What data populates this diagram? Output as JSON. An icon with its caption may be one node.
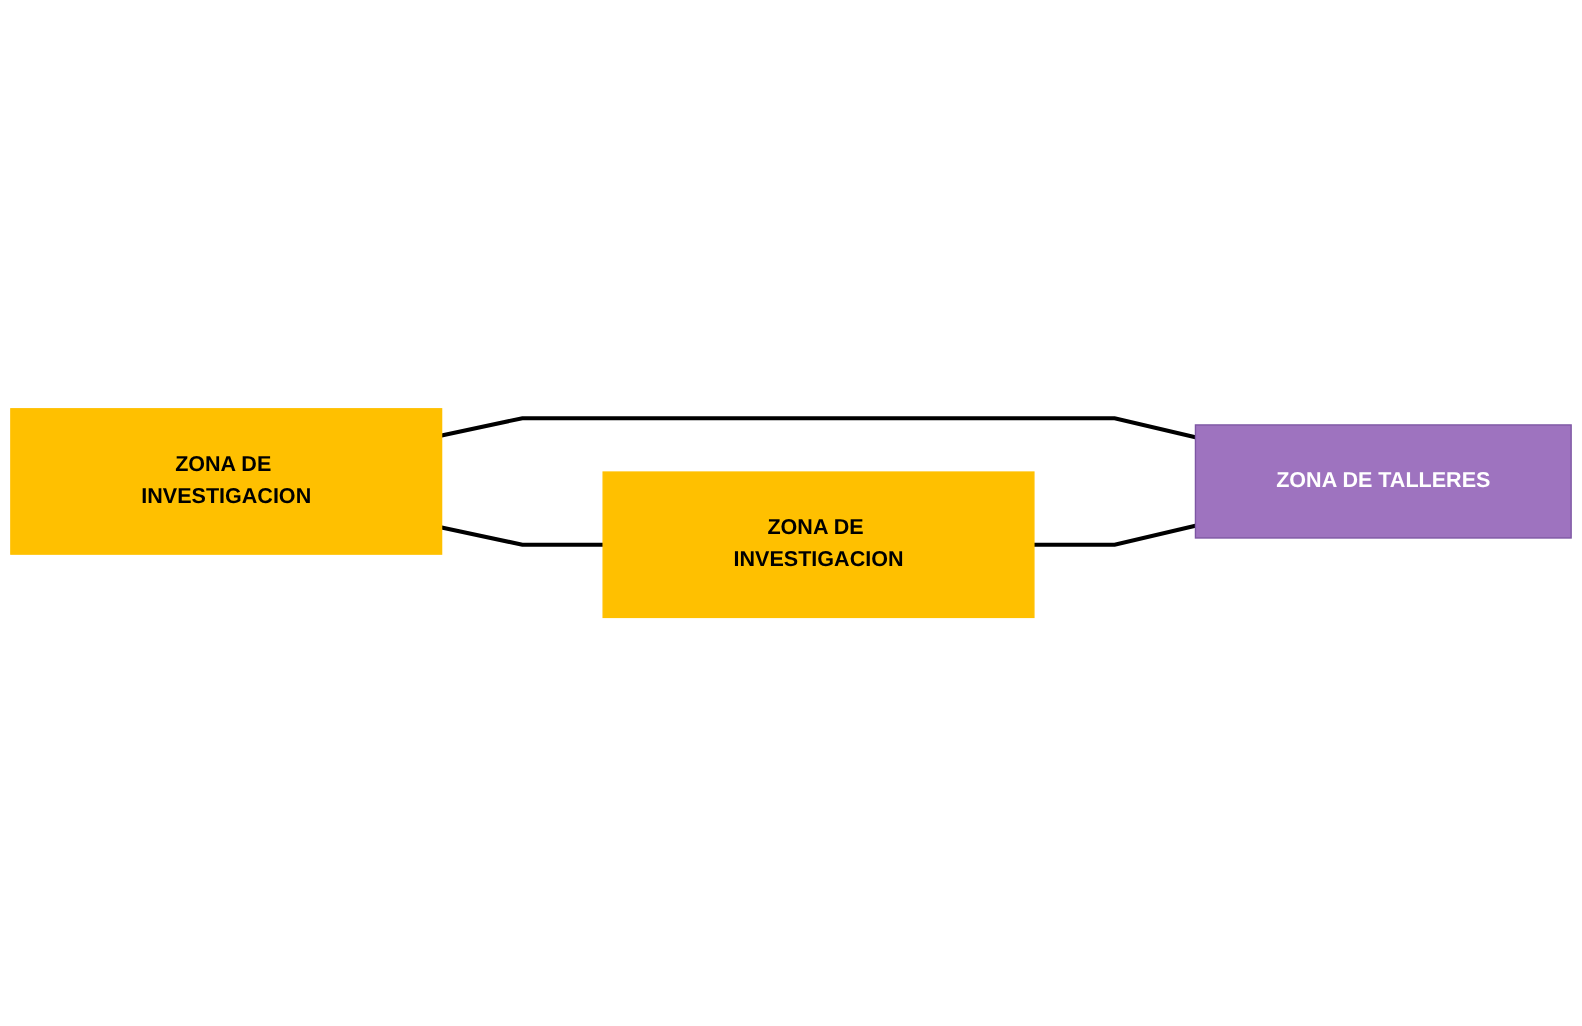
{
  "diagram": {
    "nodes": [
      {
        "text": [
          "ZONA DE INVESTIGACION"
        ]
      },
      {
        "text": [
          "ZONA DE INVESTIGACION"
        ]
      },
      {
        "text": [
          "ZONA DE TALLERES"
        ]
      }
    ],
    "edges": [
      {
        "from": 0,
        "to": 1,
        "arrow": "none"
      },
      {
        "from": 0,
        "to": 2,
        "arrow": "none"
      },
      {
        "from": 1,
        "to": 2,
        "arrow": "none"
      }
    ]
  }
}
